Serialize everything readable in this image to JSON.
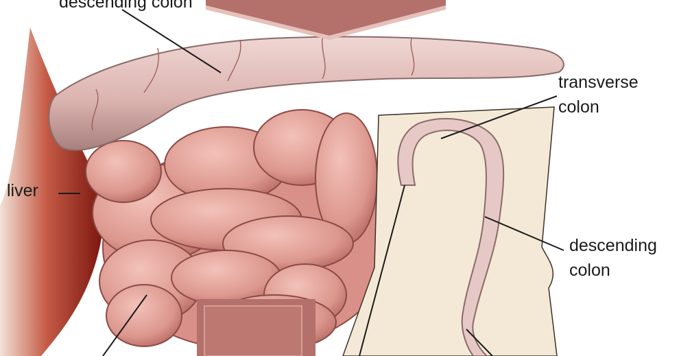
{
  "labels": {
    "descending_colon_top": "descending colon",
    "transverse_colon_line1": "transverse",
    "transverse_colon_line2": "colon",
    "liver": "liver",
    "descending_colon_right_line1": "descending",
    "descending_colon_right_line2": "colon"
  },
  "colors": {
    "intestine_fill": "#e2a29a",
    "intestine_outline": "#8a4a45",
    "colon_fill": "#e6c8c6",
    "liver_fill": "#9c2a1e",
    "panel_fill": "#f4e9d6",
    "arrow_marker": "#b4706a",
    "box_marker": "#b4706a"
  }
}
